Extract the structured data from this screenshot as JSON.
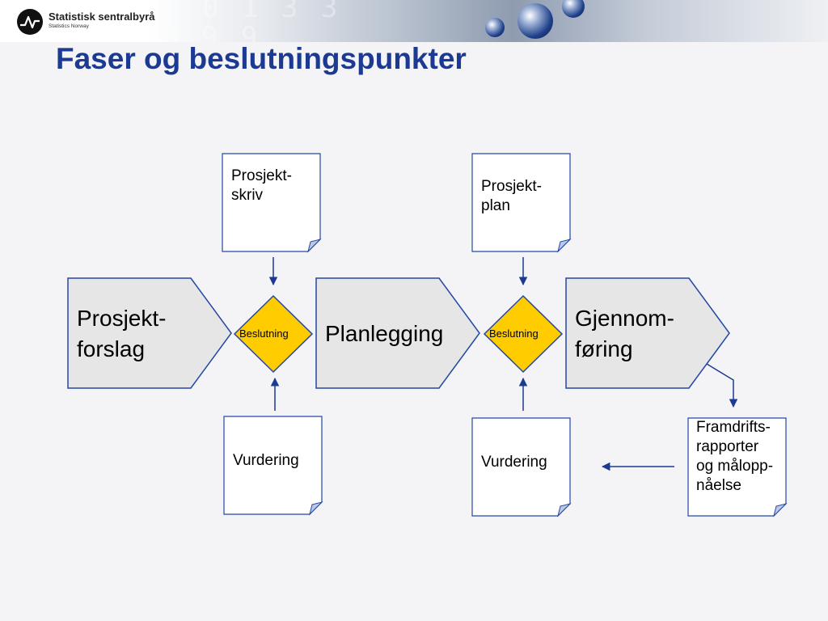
{
  "header": {
    "org_name": "Statistisk sentralbyrå",
    "org_sub": "Statistics Norway",
    "title": "Faser og beslutningspunkter"
  },
  "phases": [
    {
      "line1": "Prosjekt-",
      "line2": "forslag"
    },
    {
      "line1": "Planlegging",
      "line2": ""
    },
    {
      "line1": "Gjennom-",
      "line2": "føring"
    }
  ],
  "decisions": [
    {
      "label": "Beslutning"
    },
    {
      "label": "Beslutning"
    }
  ],
  "documents": {
    "top_left": {
      "line1": "Prosjekt-",
      "line2": "skriv"
    },
    "top_right": {
      "line1": "Prosjekt-",
      "line2": "plan"
    },
    "bottom_left": {
      "line1": "Vurdering"
    },
    "bottom_right": {
      "line1": "Vurdering"
    },
    "report": {
      "line1": "Framdrifts-",
      "line2": "rapporter",
      "line3": "og målopp-",
      "line4": "nåelse"
    }
  },
  "colors": {
    "title": "#1d3a93",
    "phase_fill": "#e6e6e6",
    "phase_stroke": "#2447a6",
    "decision_fill": "#ffcc00",
    "connector": "#1d3a93"
  }
}
